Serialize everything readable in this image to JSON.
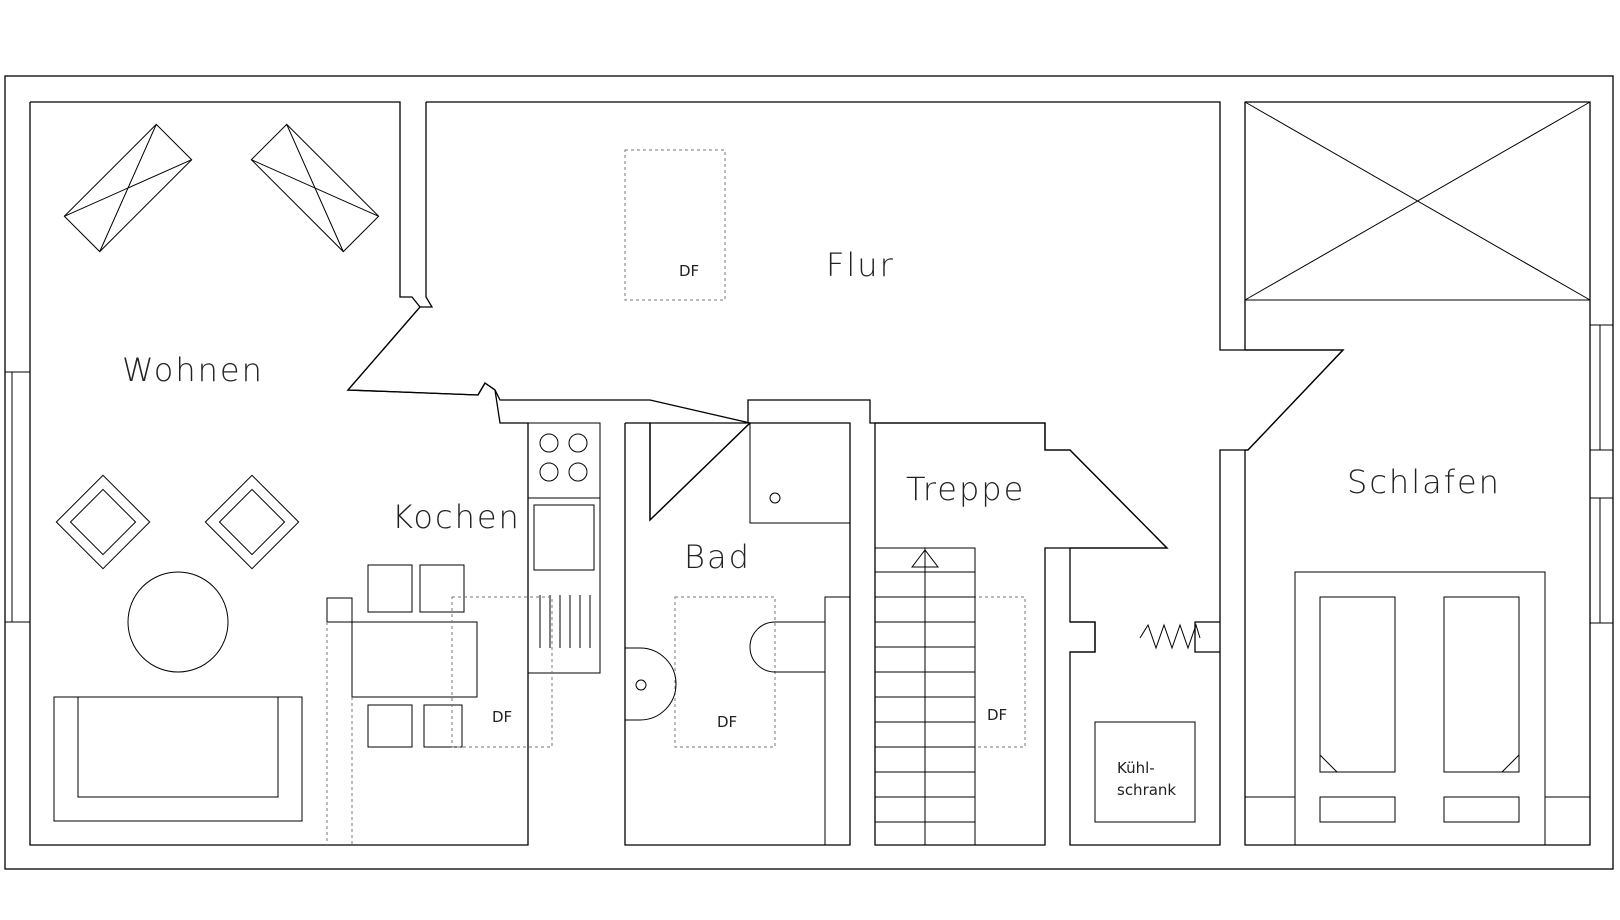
{
  "rooms": {
    "flur": "Flur",
    "wohnen": "Wohnen",
    "kochen": "Kochen",
    "bad": "Bad",
    "treppe": "Treppe",
    "schlafen": "Schlafen"
  },
  "skylights": {
    "flur": "DF",
    "kochen": "DF",
    "bad": "DF",
    "treppe": "DF"
  },
  "fridge": {
    "line1": "Kühl-",
    "line2": "schrank"
  }
}
